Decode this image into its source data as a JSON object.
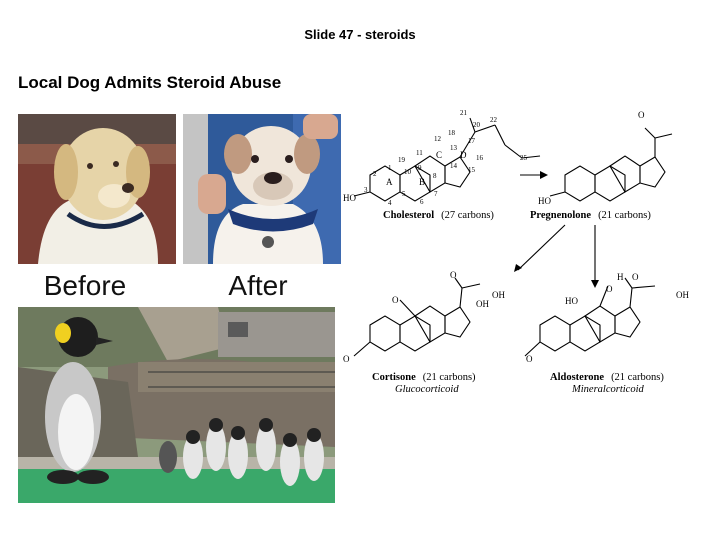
{
  "slide": {
    "title": "Slide 47 - steroids",
    "heading": "Local Dog Admits Steroid Abuse"
  },
  "photos": {
    "before_label": "Before",
    "after_label": "After"
  },
  "chemistry": {
    "cholesterol": {
      "name": "Cholesterol",
      "carbons": "(27 carbons)"
    },
    "pregnenolone": {
      "name": "Pregnenolone",
      "carbons": "(21 carbons)"
    },
    "cortisone": {
      "name": "Cortisone",
      "carbons": "(21 carbons)",
      "class": "Glucocorticoid"
    },
    "aldosterone": {
      "name": "Aldosterone",
      "carbons": "(21 carbons)",
      "class": "Mineralcorticoid"
    },
    "ring_letters": [
      "A",
      "B",
      "C",
      "D"
    ],
    "carbon_numbers": [
      "1",
      "2",
      "3",
      "4",
      "5",
      "6",
      "7",
      "8",
      "9",
      "10",
      "11",
      "12",
      "13",
      "14",
      "15",
      "16",
      "17",
      "18",
      "19",
      "20",
      "21",
      "22",
      "25"
    ],
    "atoms": {
      "ho": "HO",
      "o": "O",
      "oh": "OH",
      "h": "H"
    }
  }
}
